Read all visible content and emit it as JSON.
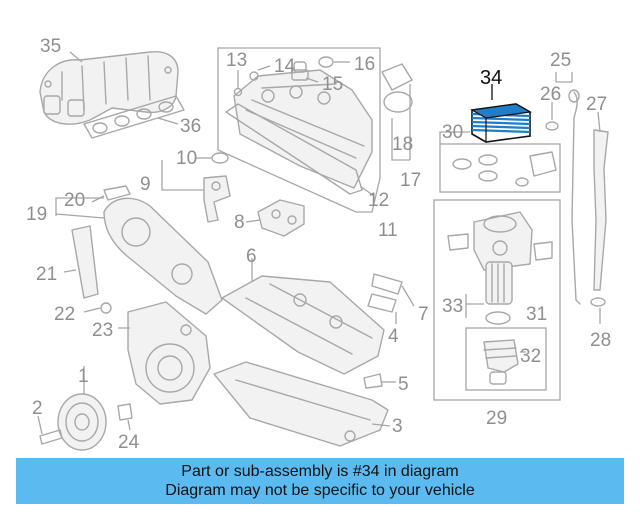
{
  "highlighted_part": "34",
  "callouts": [
    {
      "id": "1",
      "label": "1"
    },
    {
      "id": "2",
      "label": "2"
    },
    {
      "id": "3",
      "label": "3"
    },
    {
      "id": "4",
      "label": "4"
    },
    {
      "id": "5",
      "label": "5"
    },
    {
      "id": "6",
      "label": "6"
    },
    {
      "id": "7",
      "label": "7"
    },
    {
      "id": "8",
      "label": "8"
    },
    {
      "id": "9",
      "label": "9"
    },
    {
      "id": "10",
      "label": "10"
    },
    {
      "id": "11",
      "label": "11"
    },
    {
      "id": "12",
      "label": "12"
    },
    {
      "id": "13",
      "label": "13"
    },
    {
      "id": "14",
      "label": "14"
    },
    {
      "id": "15",
      "label": "15"
    },
    {
      "id": "16",
      "label": "16"
    },
    {
      "id": "17",
      "label": "17"
    },
    {
      "id": "18",
      "label": "18"
    },
    {
      "id": "19",
      "label": "19"
    },
    {
      "id": "20",
      "label": "20"
    },
    {
      "id": "21",
      "label": "21"
    },
    {
      "id": "22",
      "label": "22"
    },
    {
      "id": "23",
      "label": "23"
    },
    {
      "id": "24",
      "label": "24"
    },
    {
      "id": "25",
      "label": "25"
    },
    {
      "id": "26",
      "label": "26"
    },
    {
      "id": "27",
      "label": "27"
    },
    {
      "id": "28",
      "label": "28"
    },
    {
      "id": "29",
      "label": "29"
    },
    {
      "id": "30",
      "label": "30"
    },
    {
      "id": "31",
      "label": "31"
    },
    {
      "id": "32",
      "label": "32"
    },
    {
      "id": "33",
      "label": "33"
    },
    {
      "id": "34",
      "label": "34"
    },
    {
      "id": "35",
      "label": "35"
    },
    {
      "id": "36",
      "label": "36"
    }
  ],
  "banner": {
    "line1": "Part or sub-assembly is #34 in diagram",
    "line2": "Diagram may not be specific to your vehicle"
  },
  "colors": {
    "banner_bg": "#5bbaf0",
    "highlight_part": "#1e7ec9",
    "callout_text": "#8f8f8f",
    "outline": "#a8a8a8"
  }
}
